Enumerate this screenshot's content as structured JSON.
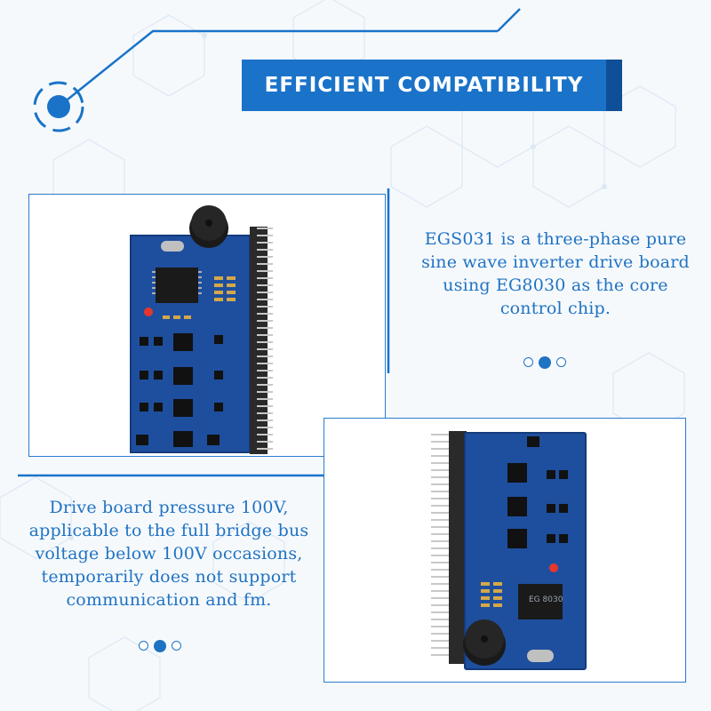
{
  "header": {
    "title": "EFFICIENT COMPATIBILITY"
  },
  "descriptions": {
    "top_right": [
      "EGS031 is a three-phase pure",
      "sine wave inverter drive board",
      "using EG8030 as the core",
      "control chip."
    ],
    "bottom_left": [
      "Drive board pressure 100V,",
      "applicable to the full bridge bus",
      "voltage below 100V occasions,",
      "temporarily does not support",
      "communication and fm."
    ]
  },
  "pagination": {
    "top_right": {
      "count": 3,
      "active_index": 1
    },
    "bottom_left": {
      "count": 3,
      "active_index": 1
    }
  },
  "product": {
    "chip_marking": "EG 8030"
  },
  "colors": {
    "accent": "#1a73c9",
    "text": "#1f73c3",
    "pcb": "#1e4f9e",
    "pcb_dark": "#143b7c",
    "pins": "#b8b8b8"
  },
  "icons": [
    "target-circle-icon"
  ]
}
